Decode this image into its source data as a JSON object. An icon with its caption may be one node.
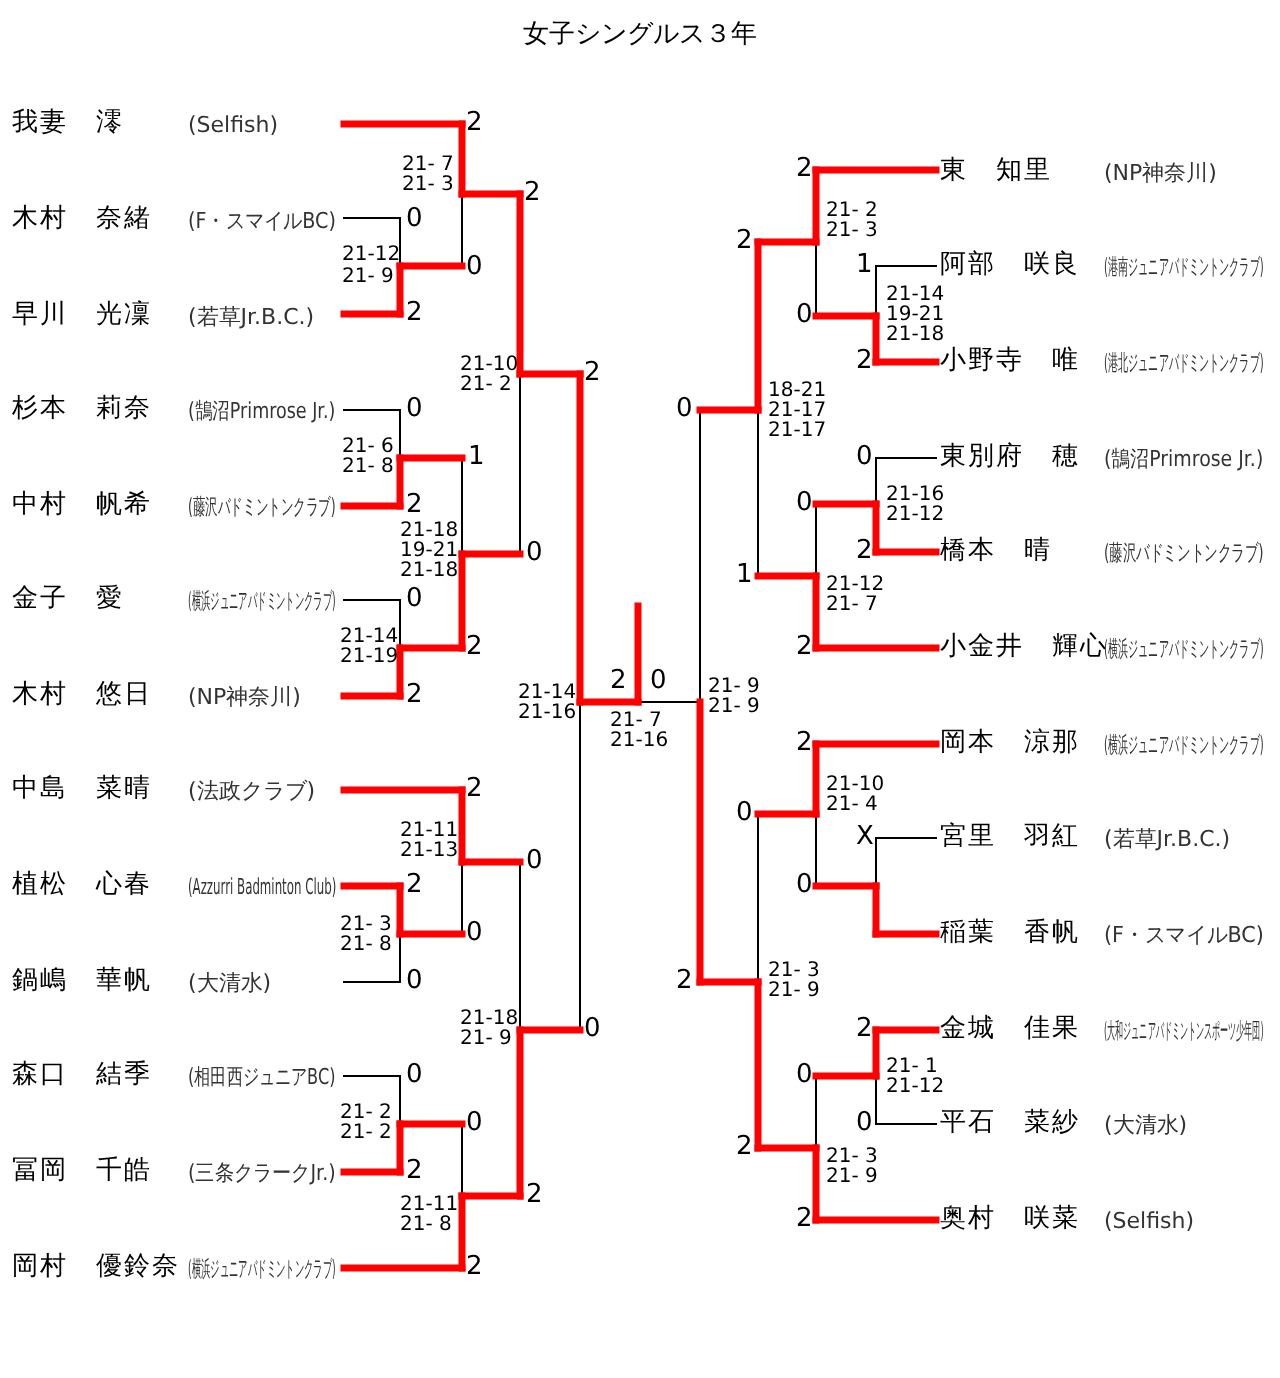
{
  "diagram": {
    "title": "女子シングルス３年",
    "nodes": [
      {
        "text": [
          "我妻　澪",
          "(Selfish)"
        ]
      },
      {
        "text": [
          "木村　奈緒",
          "(F・スマイルBC)"
        ]
      },
      {
        "text": [
          "早川　光凜",
          "(若草Jr.B.C.)"
        ]
      },
      {
        "text": [
          "杉本　莉奈",
          "(鵠沼Primrose Jr.)"
        ]
      },
      {
        "text": [
          "中村　帆希",
          "(藤沢バドミントンクラブ)"
        ]
      },
      {
        "text": [
          "金子　愛",
          "(横浜ジュニアバドミントンクラブ)"
        ]
      },
      {
        "text": [
          "木村　悠日",
          "(NP神奈川)"
        ]
      },
      {
        "text": [
          "中島　菜晴",
          "(法政クラブ)"
        ]
      },
      {
        "text": [
          "植松　心春",
          "(Azzurri Badminton Club)"
        ]
      },
      {
        "text": [
          "鍋嶋　華帆",
          "(大清水)"
        ]
      },
      {
        "text": [
          "森口　結季",
          "(相田西ジュニアBC)"
        ]
      },
      {
        "text": [
          "冨岡　千皓",
          "(三条クラークJr.)"
        ]
      },
      {
        "text": [
          "岡村　優鈴奈",
          "(横浜ジュニアバドミントンクラブ)"
        ]
      },
      {
        "text": [
          "東　知里",
          "(NP神奈川)"
        ]
      },
      {
        "text": [
          "阿部　咲良",
          "(港南ジュニアバドミントンクラブ)"
        ]
      },
      {
        "text": [
          "小野寺　唯",
          "(港北ジュニアバドミントンクラブ)"
        ]
      },
      {
        "text": [
          "東別府　穂",
          "(鵠沼Primrose Jr.)"
        ]
      },
      {
        "text": [
          "橋本　晴",
          "(藤沢バドミントンクラブ)"
        ]
      },
      {
        "text": [
          "小金井　輝心",
          "(横浜ジュニアバドミントンクラブ)"
        ]
      },
      {
        "text": [
          "岡本　涼那",
          "(横浜ジュニアバドミントンクラブ)"
        ]
      },
      {
        "text": [
          "宮里　羽紅",
          "(若草Jr.B.C.)"
        ]
      },
      {
        "text": [
          "稲葉　香帆",
          "(F・スマイルBC)"
        ]
      },
      {
        "text": [
          "金城　佳果",
          "(大和ジュニアバドミントンスポーツ少年団)"
        ]
      },
      {
        "text": [
          "平石　菜紗",
          "(大清水)"
        ]
      },
      {
        "text": [
          "奥村　咲菜",
          "(Selfish)"
        ]
      }
    ],
    "labels": [
      "2",
      "21- 7",
      "21- 3",
      "2",
      "0",
      "21-12",
      "21- 9",
      "0",
      "2",
      "21-10",
      "21- 2",
      "2",
      "0",
      "21- 6",
      "21- 8",
      "1",
      "2",
      "21-18",
      "19-21",
      "21-18",
      "0",
      "0",
      "21-14",
      "21-19",
      "2",
      "2",
      "21-14",
      "21-16",
      "2",
      "0",
      "21- 7",
      "21-16",
      "21- 9",
      "21- 9",
      "2",
      "21-11",
      "21-13",
      "0",
      "2",
      "21- 3",
      "21- 8",
      "0",
      "0",
      "21-18",
      "21- 9",
      "0",
      "0",
      "21- 2",
      "21- 2",
      "0",
      "2",
      "21-11",
      "21- 8",
      "2",
      "2",
      "2",
      "21- 2",
      "21- 3",
      "2",
      "1",
      "21-14",
      "19-21",
      "21-18",
      "0",
      "2",
      "18-21",
      "21-17",
      "21-17",
      "0",
      "0",
      "21-16",
      "21-12",
      "0",
      "2",
      "1",
      "21-12",
      "21- 7",
      "2",
      "2",
      "21-10",
      "21- 4",
      "0",
      "X",
      "0",
      "2",
      "21- 3",
      "21- 9",
      "2",
      "21- 1",
      "21-12",
      "0",
      "0",
      "2",
      "21- 3",
      "21- 9",
      "2"
    ]
  }
}
